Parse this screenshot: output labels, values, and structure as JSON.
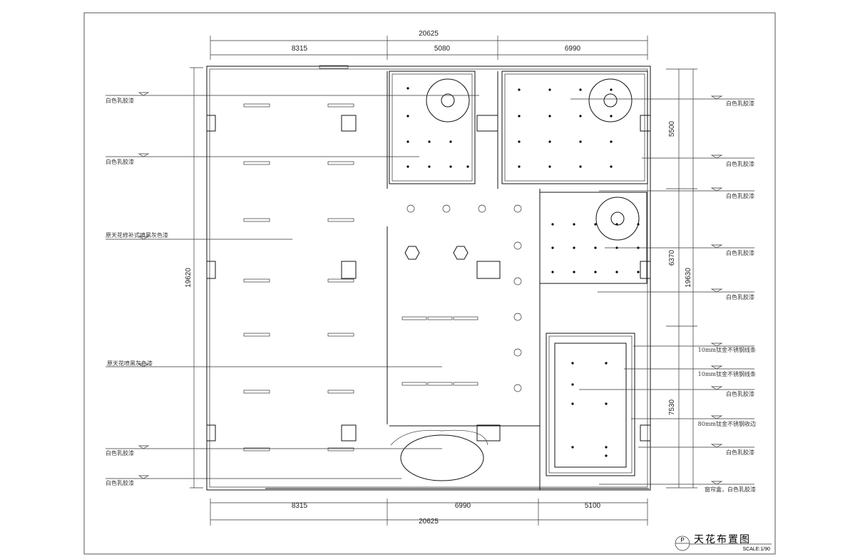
{
  "drawing": {
    "title": "天花布置图",
    "symbol": "P",
    "scale": "SCALE:1/90"
  },
  "dimensions": {
    "top_total": "20625",
    "top_segments": [
      "8315",
      "5080",
      "6990"
    ],
    "bottom_segments": [
      "8315",
      "6990",
      "5100"
    ],
    "bottom_total": "20625",
    "left_total": "19620",
    "right_segments": [
      "5500",
      "6370",
      "7530"
    ],
    "right_total": "19630"
  },
  "labels_left": [
    "白色乳胶漆",
    "白色乳胶漆",
    "原天花修补式喷黑灰色漆",
    "原天花喷黑灰色漆",
    "白色乳胶漆",
    "白色乳胶漆"
  ],
  "labels_right": [
    "白色乳胶漆",
    "白色乳胶漆",
    "白色乳胶漆",
    "白色乳胶漆",
    "白色乳胶漆",
    "10mm钛金不锈钢线条",
    "10mm钛金不锈钢线条",
    "白色乳胶漆",
    "80mm钛金不锈钢收边",
    "白色乳胶漆",
    "窗帘盒，白色乳胶漆"
  ]
}
